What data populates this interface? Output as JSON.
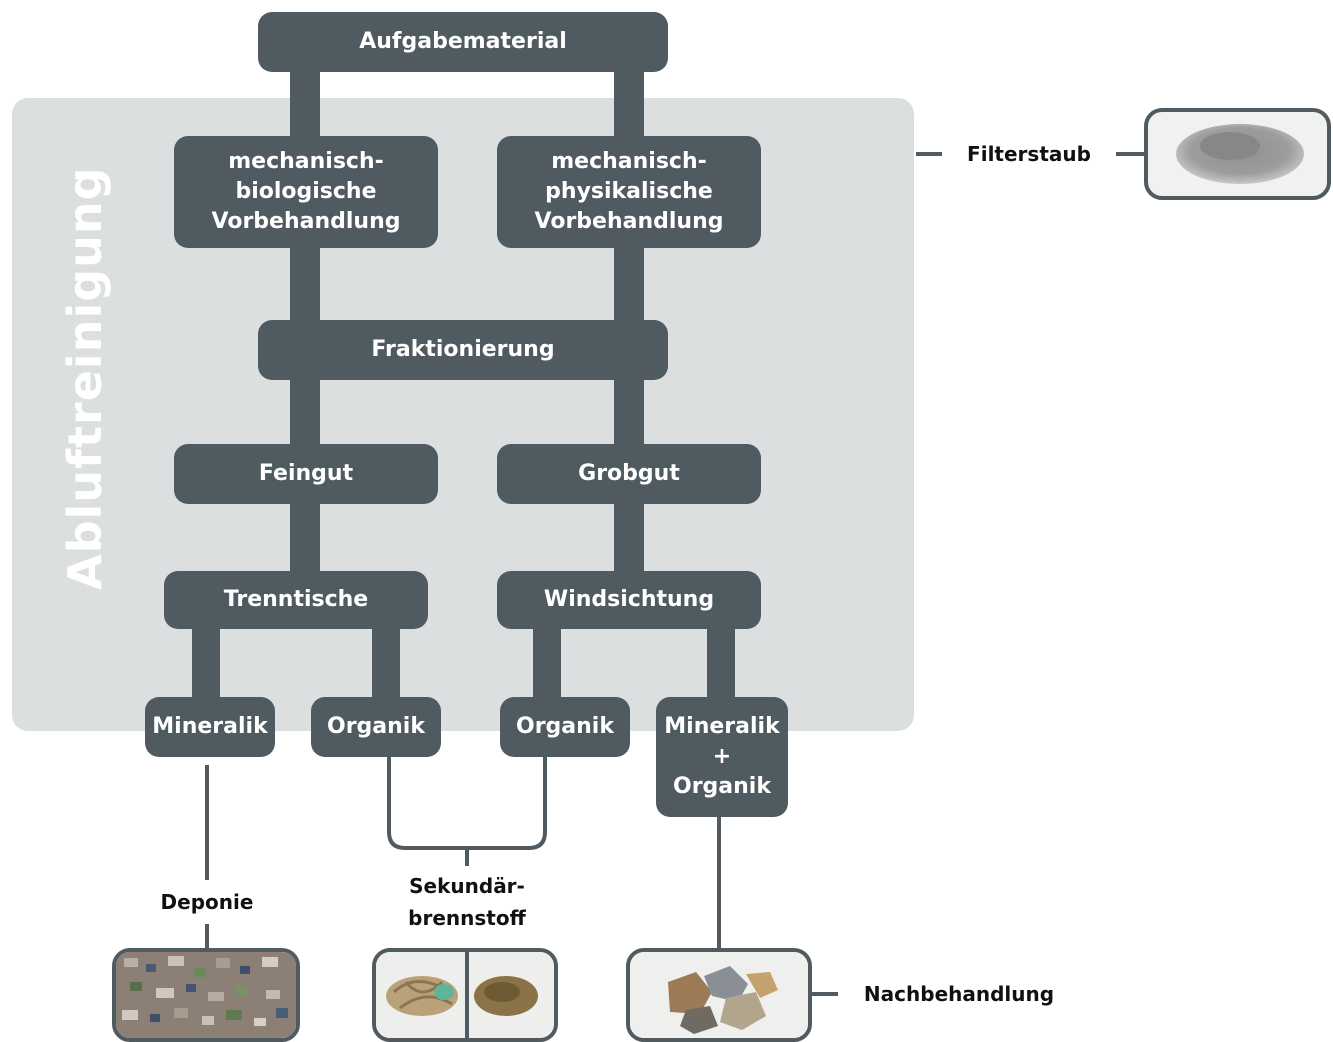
{
  "side_label": "Abluftreinigung",
  "nodes": {
    "aufgabe": "Aufgabematerial",
    "mbv": "mechanisch-\nbiologische\nVorbehandlung",
    "mpv": "mechanisch-\nphysikalische\nVorbehandlung",
    "fraktionierung": "Fraktionierung",
    "feingut": "Feingut",
    "grobgut": "Grobgut",
    "trenntische": "Trenntische",
    "windsichtung": "Windsichtung",
    "mineralik": "Mineralik",
    "organik_1": "Organik",
    "organik_2": "Organik",
    "mineralik_organik": "Mineralik\n+\nOrganik"
  },
  "labels": {
    "filterstaub": "Filterstaub",
    "deponie": "Deponie",
    "sekundaer": "Sekundär-\nbrennstoff",
    "nachbehandlung": "Nachbehandlung"
  },
  "photos": {
    "filterstaub": "dust-pile-photo",
    "deponie": "mixed-minerals-photo",
    "sekundaer": "organic-fibres-photo",
    "nachbehandlung": "stones-photo"
  },
  "colors": {
    "node": "#505a61",
    "panel": "#dcdfe0",
    "text_dark": "#111111"
  }
}
